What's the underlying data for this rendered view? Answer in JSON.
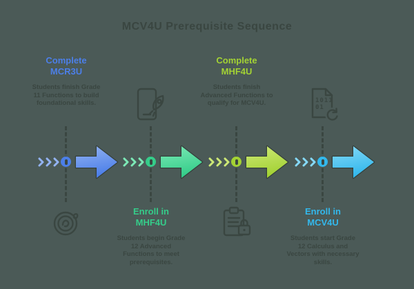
{
  "title": "MCV4U Prerequisite Sequence",
  "background_color": "#4b5a57",
  "ink_color": "#3a4641",
  "steps": [
    {
      "heading_line1": "Complete",
      "heading_line2": "MCR3U",
      "description": "Students finish Grade 11 Functions to build foundational skills.",
      "color": "#4c7fe8",
      "color_light": "#93b3f2",
      "icon": "seal-badge-icon",
      "text_position": "top"
    },
    {
      "heading_line1": "Enroll in",
      "heading_line2": "MHF4U",
      "description": "Students begin Grade 12 Advanced Functions to meet prerequisites.",
      "color": "#35cd8a",
      "color_light": "#7ce9b6",
      "icon": "phone-rocket-icon",
      "text_position": "bottom"
    },
    {
      "heading_line1": "Complete",
      "heading_line2": "MHF4U",
      "description": "Students finish Advanced Functions to qualify for MCV4U.",
      "color": "#a3d234",
      "color_light": "#cde876",
      "icon": "clipboard-lock-icon",
      "text_position": "top"
    },
    {
      "heading_line1": "Enroll in",
      "heading_line2": "MCV4U",
      "description": "Students start Grade 12 Calculus and Vectors with necessary skills.",
      "color": "#33b8ec",
      "color_light": "#85d9f8",
      "icon": "binary-file-refresh-icon",
      "text_position": "bottom"
    }
  ],
  "icons": {
    "binary_rows": [
      "1011",
      "01"
    ]
  }
}
